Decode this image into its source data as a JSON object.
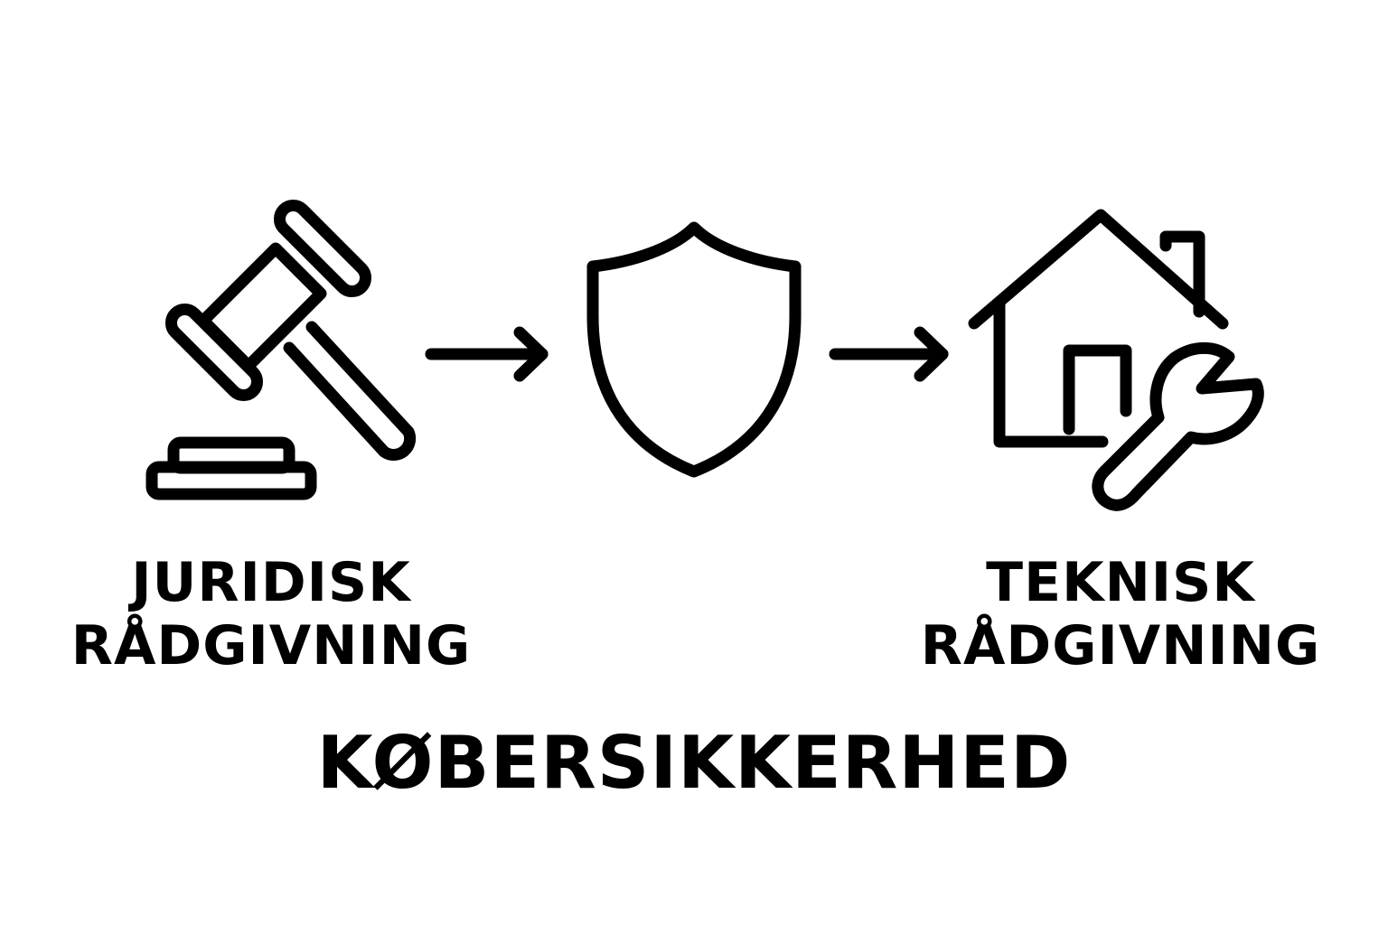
{
  "colors": {
    "background": "#ffffff",
    "ink": "#000000"
  },
  "steps": [
    {
      "icon": "gavel-icon",
      "label_lines": [
        "JURIDISK",
        "RÅDGIVNING"
      ]
    },
    {
      "icon": "shield-icon"
    },
    {
      "icon": "house-wrench-icon",
      "label_lines": [
        "TEKNISK",
        "RÅDGIVNING"
      ]
    }
  ],
  "connectors": [
    {
      "icon": "arrow-right-icon"
    },
    {
      "icon": "arrow-right-icon"
    }
  ],
  "title": "KØBERSIKKERHED"
}
